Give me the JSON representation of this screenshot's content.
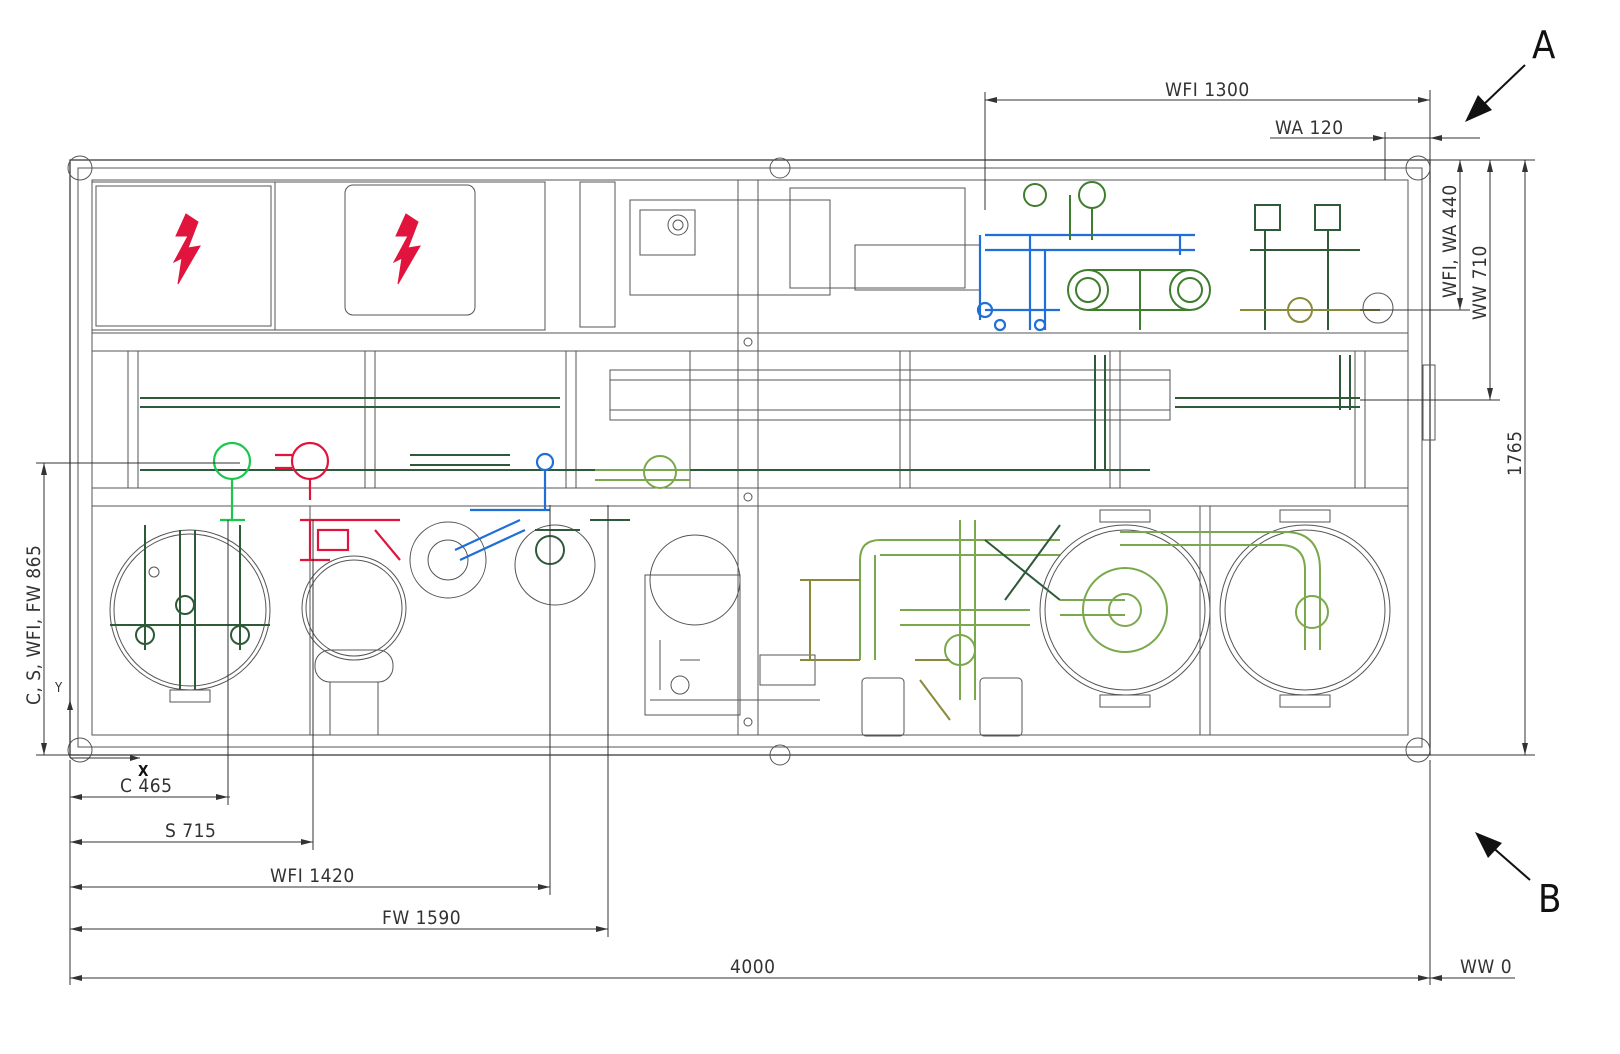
{
  "markers": {
    "a": "A",
    "b": "B"
  },
  "axes": {
    "x": "X",
    "y": "Y"
  },
  "dimensions": {
    "wfi_top": "WFI  1300",
    "wa_top": "WA  120",
    "wfi_wa_right": "WFI, WA  440",
    "ww_right": "WW  710",
    "height_total": "1765",
    "left_vertical": "C, S, WFI, FW  865",
    "c": "C  465",
    "s": "S  715",
    "wfi_bottom": "WFI  1420",
    "fw": "FW  1590",
    "width_total": "4000",
    "ww_zero": "WW  0"
  },
  "colors": {
    "frame": "#3c3c3c",
    "warning": "#e0143c",
    "pipe_green": "#3f7d2e",
    "pipe_light_green": "#7aa84c",
    "pipe_olive": "#8a8a3a",
    "pipe_blue": "#1f6fd6",
    "pipe_red": "#e0143c",
    "pipe_bright_green": "#19c84a"
  },
  "icons": [
    "high-voltage-icon",
    "arrow-a-icon",
    "arrow-b-icon"
  ]
}
